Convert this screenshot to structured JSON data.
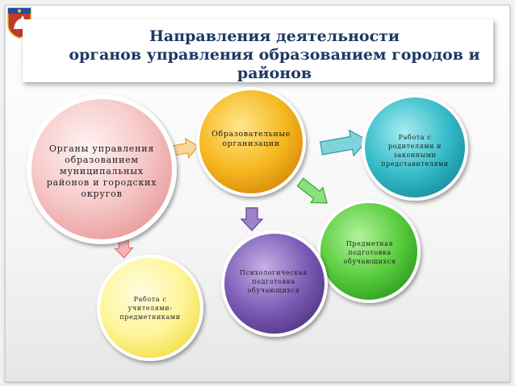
{
  "slide": {
    "title_lines": [
      "Направления деятельности",
      "органов управления образованием городов и",
      "районов"
    ]
  },
  "nodes": {
    "authorities": "Органы управления образованием муниципальных районов и городских округов",
    "edu_orgs": "Образовательные организации",
    "parents": "Работа с родителями и законными представителями",
    "subject_training": "Предметная подготовка обучающихся",
    "psych_training": "Психологическая подготовка обучающихся",
    "teachers": "Работа с учителями-предметниками"
  },
  "colors": {
    "title": "#1f3864",
    "authorities": "#f4b8b8",
    "edu_orgs": "#f2b21a",
    "parents": "#2bb7c4",
    "subject_training": "#53c83c",
    "psych_training": "#6b4ba1",
    "teachers": "#fff07a",
    "arrow_authorities": "#f1c27a",
    "arrow_parents": "#58c7cf",
    "arrow_green": "#6dd663",
    "arrow_purple": "#8265b3",
    "arrow_teachers": "#f0a0a0"
  },
  "icons": {
    "emblem": "crimea-coat-of-arms-icon"
  }
}
